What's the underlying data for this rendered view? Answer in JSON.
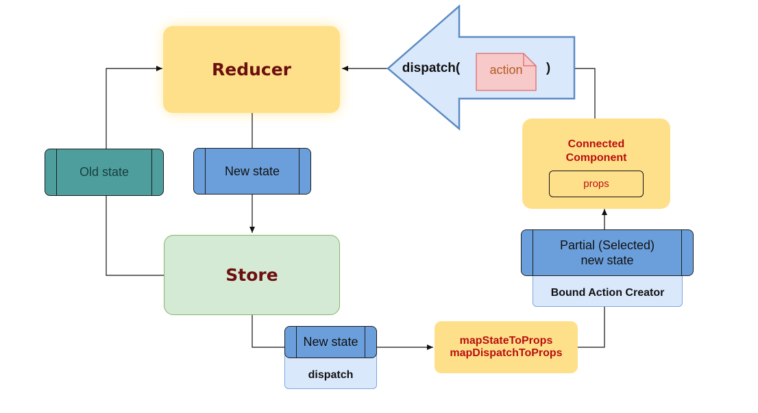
{
  "diagram": {
    "reducer": "Reducer",
    "store": "Store",
    "old_state": "Old state",
    "new_state_reducer": "New state",
    "new_state_store": "New state",
    "dispatch_small": "dispatch",
    "map_state": "mapStateToProps",
    "map_dispatch": "mapDispatchToProps",
    "partial_line1": "Partial (Selected)",
    "partial_line2": "new state",
    "bound_action_creator": "Bound Action Creator",
    "connected_line1": "Connected",
    "connected_line2": "Component",
    "props": "props",
    "dispatch_call": "dispatch(",
    "action": "action",
    "close_paren": ")"
  },
  "colors": {
    "reducer_fill": "#ffe08a",
    "store_fill": "#d5ead5",
    "old_state_fill": "#4f9e9e",
    "new_state_fill": "#6b9fdc",
    "light_blue_fill": "#dae8fc",
    "action_fill": "#f8c9c9",
    "title_dark_red": "#6b0f0f",
    "label_red": "#b80f0f"
  }
}
